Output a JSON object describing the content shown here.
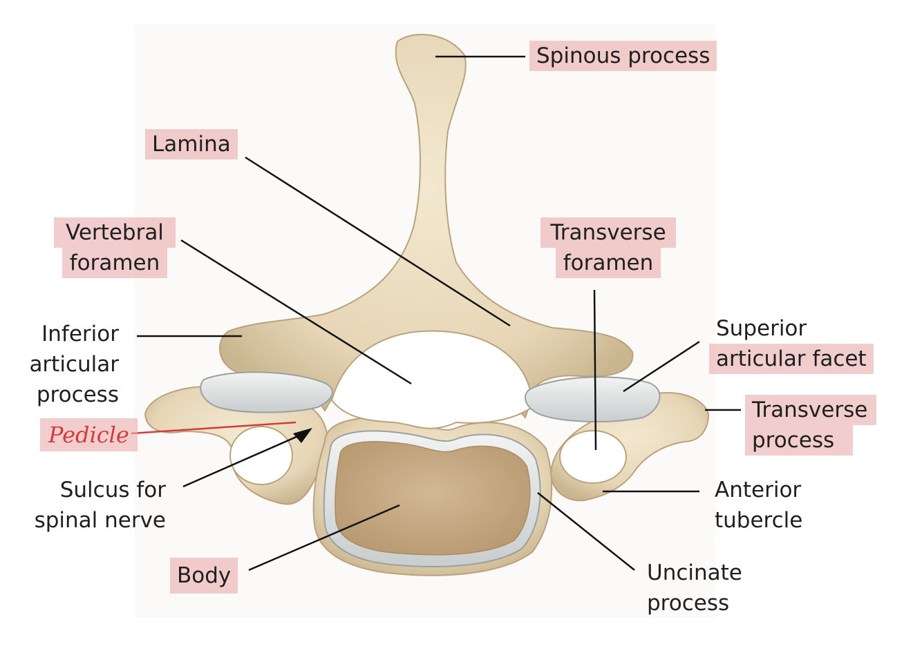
{
  "diagram": {
    "colors": {
      "bone": "#e9dcc0",
      "bone_shadow": "#c9b58f",
      "cartilage": "#e6e8e8",
      "body_top": "#c8ab84",
      "highlight": "#eaafaf",
      "leader": "#111111",
      "annotation": "#d33a3a"
    },
    "labels": {
      "spinous_process": "Spinous process",
      "lamina": "Lamina",
      "vertebral_foramen_line1": "Vertebral",
      "vertebral_foramen_line2": "foramen",
      "transverse_foramen_line1": "Transverse",
      "transverse_foramen_line2": "foramen",
      "inferior_articular_line1": "Inferior",
      "inferior_articular_line2": "articular",
      "inferior_articular_line3": "process",
      "superior_articular_line1": "Superior",
      "superior_articular_line2": "articular facet",
      "transverse_process_line1": "Transverse",
      "transverse_process_line2": "process",
      "pedicle_handwritten": "Pedicle",
      "sulcus_line1": "Sulcus for",
      "sulcus_line2": "spinal nerve",
      "anterior_tubercle_line1": "Anterior",
      "anterior_tubercle_line2": "tubercle",
      "body": "Body",
      "uncinate_line1": "Uncinate",
      "uncinate_line2": "process"
    }
  }
}
